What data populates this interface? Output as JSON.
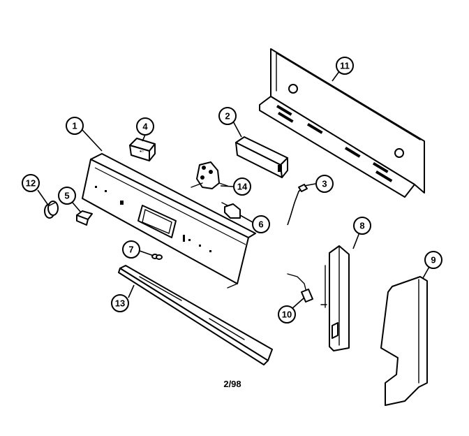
{
  "callouts": {
    "c1": "1",
    "c2": "2",
    "c3": "3",
    "c4": "4",
    "c5": "5",
    "c6": "6",
    "c7": "7",
    "c8": "8",
    "c9": "9",
    "c10": "10",
    "c11": "11",
    "c12": "12",
    "c13": "13",
    "c14": "14"
  },
  "footer": {
    "date_code": "2/98"
  }
}
